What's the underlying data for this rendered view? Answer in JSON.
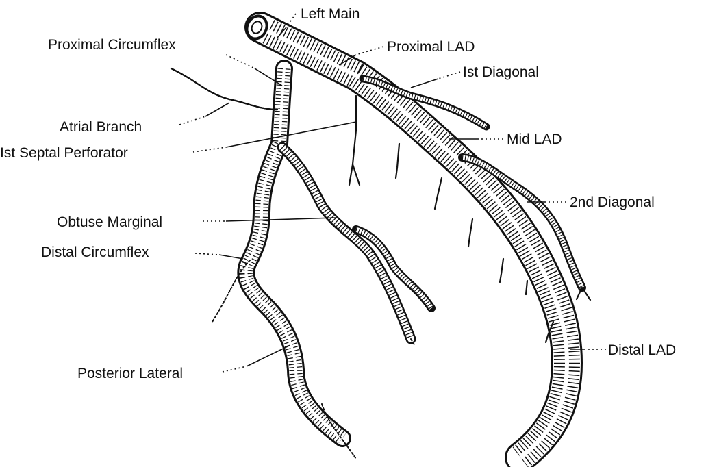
{
  "diagram": {
    "labels": {
      "left_main": "Left Main",
      "proximal_circumflex": "Proximal Circumflex",
      "proximal_lad": "Proximal LAD",
      "first_diagonal": "Ist Diagonal",
      "atrial_branch": "Atrial Branch",
      "first_septal_perforator": "Ist Septal Perforator",
      "mid_lad": "Mid LAD",
      "second_diagonal": "2nd Diagonal",
      "obtuse_marginal": "Obtuse Marginal",
      "distal_circumflex": "Distal Circumflex",
      "distal_lad": "Distal LAD",
      "posterior_lateral": "Posterior Lateral"
    },
    "colors": {
      "ink": "#111111",
      "background": "#ffffff"
    }
  }
}
